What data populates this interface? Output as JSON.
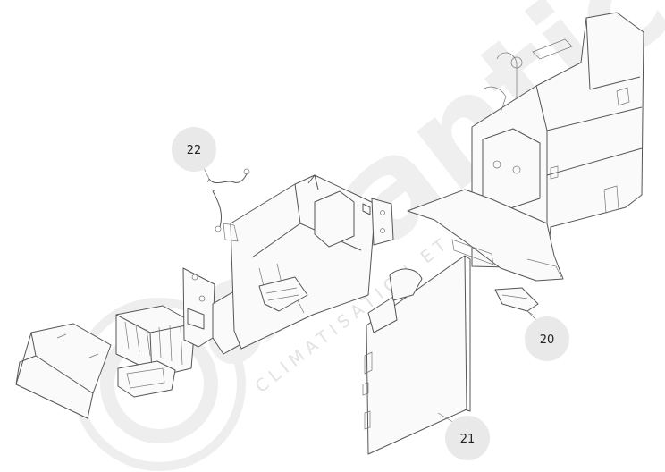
{
  "watermark": {
    "brand": "atlantic",
    "tagline": "CLIMATISATION ET VENTILATION"
  },
  "callouts": [
    {
      "label": "22"
    },
    {
      "label": "20"
    },
    {
      "label": "21"
    }
  ],
  "colors": {
    "callout_fill": "#e9e9e9",
    "watermark": "#ededed",
    "line": "#555555"
  }
}
